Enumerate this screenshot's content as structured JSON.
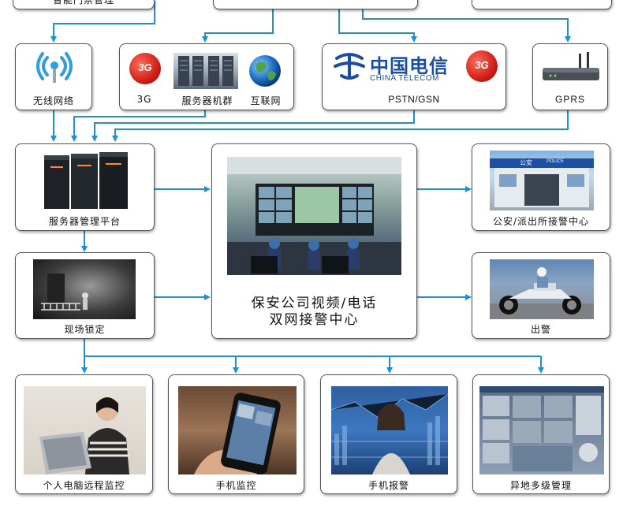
{
  "top_partial_label": "智能门禁管理",
  "sources": {
    "wireless": "无线网络",
    "g3": "3G",
    "server_cluster": "服务器机群",
    "internet": "互联网",
    "pstn": "PSTN/GSN",
    "gprs": "GPRS",
    "g3_badge": "3G",
    "telecom_cn": "中国电信",
    "telecom_en": "CHINA TELECOM"
  },
  "platform": {
    "server_mgmt": "服务器管理平台",
    "scene_lock": "现场锁定"
  },
  "center": {
    "line1": "保安公司视频/电话",
    "line2": "双网接警中心"
  },
  "police": {
    "station": "公安/派出所接警中心",
    "dispatch": "出警",
    "sign_cn": "公安",
    "sign_en": "POLICE"
  },
  "clients": {
    "pc": "个人电脑远程监控",
    "mobile_monitor": "手机监控",
    "mobile_alarm": "手机报警",
    "multi_level": "异地多级管理"
  },
  "colors": {
    "arrow": "#1f8fd6",
    "border": "#555555",
    "telecom_blue": "#1a4ea3",
    "badge_red": "#d8201e"
  }
}
